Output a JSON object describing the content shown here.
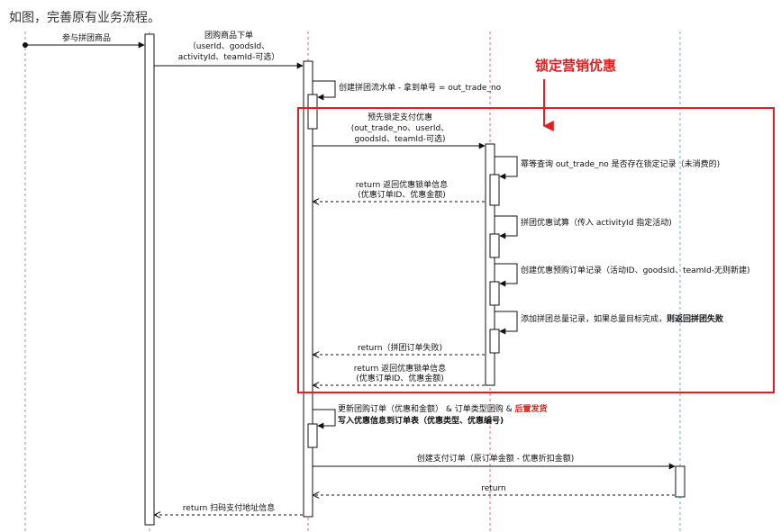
{
  "header": {
    "text": "如图，完善原有业务流程。"
  },
  "callout": {
    "text": "锁定营销优惠"
  },
  "messages": {
    "m1": "参与拼团商品",
    "m2": [
      "团购商品下单",
      "（userId、goodsId、",
      "activityId、teamId-可选）"
    ],
    "s1": "创建拼团流水单 - 拿到单号 = out_trade_no",
    "m3": [
      "预先锁定支付优惠",
      "(out_trade_no、userId、",
      "goodsId、teamId-可选)"
    ],
    "s2": "幂等查询 out_trade_no 是否存在锁定记录（未消费的)",
    "r1": [
      "return 返回优惠锁单信息",
      "(优惠订单ID、优惠金额)"
    ],
    "s3": "拼团优惠试算（传入 activityId 指定活动)",
    "s4": "创建优惠预购订单记录（活动ID、goodsId、teamId-无则新建)",
    "s5_normal": "添加拼团总量记录，如果总量目标完成，",
    "s5_bold": "则返回拼团失败",
    "r2": "return（拼团订单失败)",
    "r3": [
      "return 返回优惠锁单信息",
      "(优惠订单ID、优惠金额)"
    ],
    "s6_line1_normal": "更新团购订单（优惠和金额） & 订单类型团购 & ",
    "s6_line1_red": "后置发货",
    "s6_line2": "写入优惠信息到订单表（优惠类型、优惠编号)",
    "m4": "创建支付订单（原订单金额 - 优惠折扣金额)",
    "r4": "return",
    "r5": "return 扫码支付地址信息"
  },
  "colors": {
    "lifeline_gray": "#999999",
    "lifeline_red": "#e06666",
    "lifeline_blue": "#6fa8dc",
    "highlight_red": "#e02020",
    "arrow": "#111111"
  }
}
